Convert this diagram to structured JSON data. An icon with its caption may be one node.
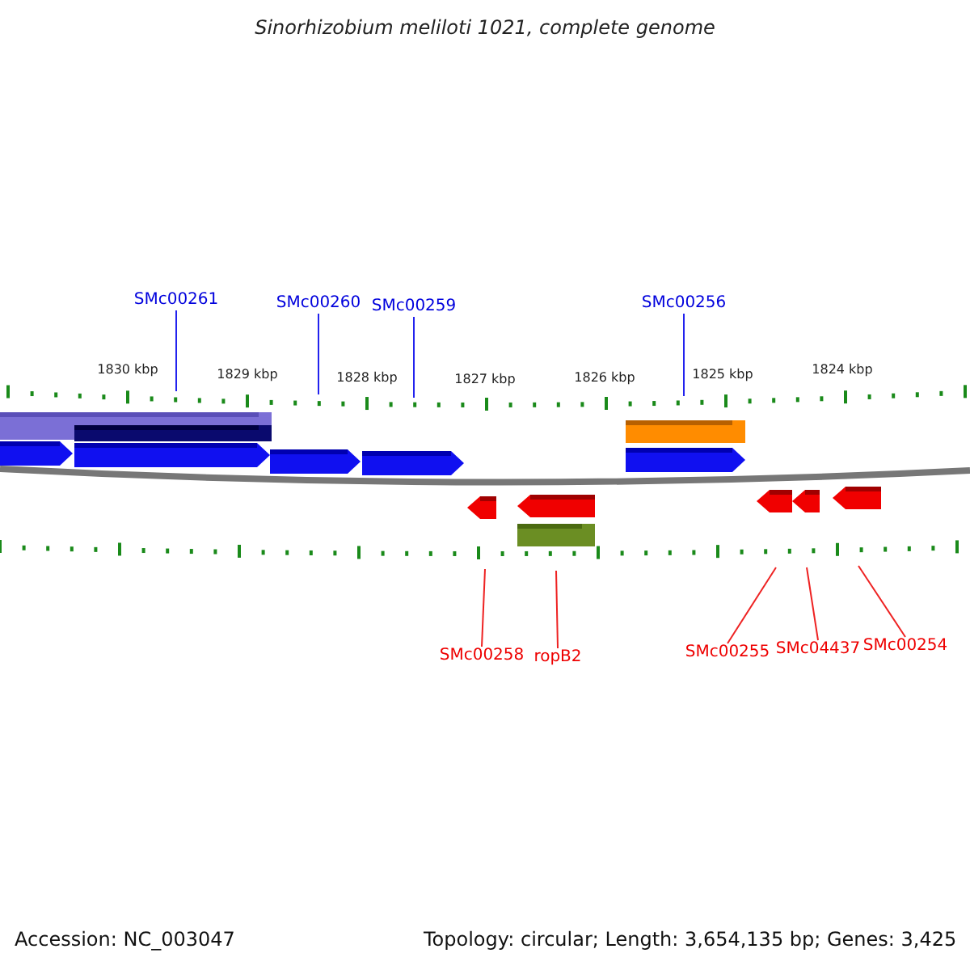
{
  "diagram": {
    "title": "Sinorhizobium meliloti 1021, complete genome",
    "nodes": [
      {
        "text": [
          "SMc00261"
        ]
      },
      {
        "text": [
          "SMc00260"
        ]
      },
      {
        "text": [
          "SMc00259"
        ]
      },
      {
        "text": [
          "SMc00256"
        ]
      },
      {
        "text": [
          "SMc00258"
        ]
      },
      {
        "text": [
          "ropB2"
        ]
      },
      {
        "text": [
          "SMc00255"
        ]
      },
      {
        "text": [
          "SMc04437"
        ]
      },
      {
        "text": [
          "SMc00254"
        ]
      },
      {
        "text": [],
        "shape": "bar"
      },
      {
        "text": [],
        "shape": "bar"
      }
    ],
    "edges": [
      {
        "from": 0,
        "to": 9,
        "arrow": "none",
        "color": "#2222ee"
      },
      {
        "from": 1,
        "to": 9,
        "arrow": "none",
        "color": "#2222ee"
      },
      {
        "from": 2,
        "to": 9,
        "arrow": "none",
        "color": "#2222ee"
      },
      {
        "from": 3,
        "to": 9,
        "arrow": "none",
        "color": "#2222ee"
      },
      {
        "from": 4,
        "to": 10,
        "arrow": "none",
        "color": "#ee2222"
      },
      {
        "from": 5,
        "to": 10,
        "arrow": "none",
        "color": "#ee2222"
      },
      {
        "from": 6,
        "to": 10,
        "arrow": "none",
        "color": "#ee2222"
      },
      {
        "from": 7,
        "to": 10,
        "arrow": "none",
        "color": "#ee2222"
      },
      {
        "from": 8,
        "to": 10,
        "arrow": "none",
        "color": "#ee2222"
      }
    ],
    "labels": [
      "1830 kbp",
      "1829 kbp",
      "1828 kbp",
      "1827 kbp",
      "1826 kbp",
      "1825 kbp",
      "1824 kbp",
      "Accession: NC_003047",
      "Topology: circular; Length: 3,654,135 bp; Genes: 3,425"
    ]
  }
}
